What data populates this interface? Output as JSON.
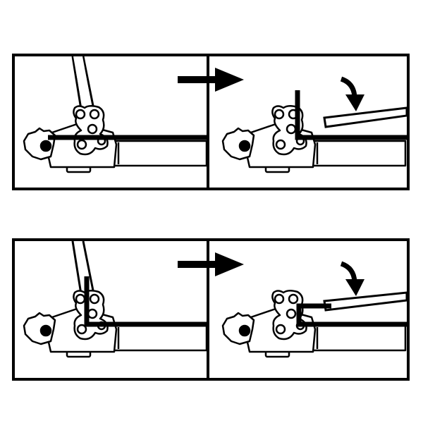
{
  "diagram": {
    "rows": [
      {
        "steps": [
          "lever-inserted-straight",
          "lever-pushed-down"
        ]
      },
      {
        "steps": [
          "lever-hooked",
          "lever-pushed-down"
        ]
      }
    ],
    "colors": {
      "line": "#000000",
      "background": "#ffffff"
    },
    "icons": [
      "arrow-right-icon",
      "curved-arrow-down-icon"
    ]
  }
}
